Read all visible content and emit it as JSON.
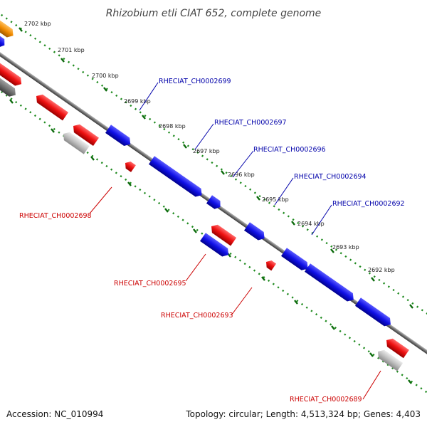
{
  "title": "Rhizobium etli CIAT 652, complete genome",
  "footer": {
    "accession": "Accession: NC_010994",
    "topology": "Topology: circular; Length: 4,513,324 bp; Genes: 4,403"
  },
  "colors": {
    "forward_gene": "#1010e6",
    "reverse_gene": "#ee1111",
    "highlight_gene": "#f08a00",
    "pseudo_gene_light": "#c0c0c0",
    "pseudo_gene_dark": "#707070",
    "backbone": "#777777",
    "tick_dots": "#1e8a1e",
    "label_forward": "#0000aa",
    "label_reverse": "#cc0000"
  },
  "ruler_labels": [
    "2702 kbp",
    "2701 kbp",
    "2700 kbp",
    "2699 kbp",
    "2698 kbp",
    "2697 kbp",
    "2696 kbp",
    "2695 kbp",
    "2694 kbp",
    "2693 kbp",
    "2692 kbp"
  ],
  "forward_gene_labels": [
    "RHECIAT_CH0002699",
    "RHECIAT_CH0002697",
    "RHECIAT_CH0002696",
    "RHECIAT_CH0002694",
    "RHECIAT_CH0002692"
  ],
  "reverse_gene_labels": [
    "RHECIAT_CH0002698",
    "RHECIAT_CH0002695",
    "RHECIAT_CH0002693",
    "RHECIAT_CH0002689"
  ]
}
